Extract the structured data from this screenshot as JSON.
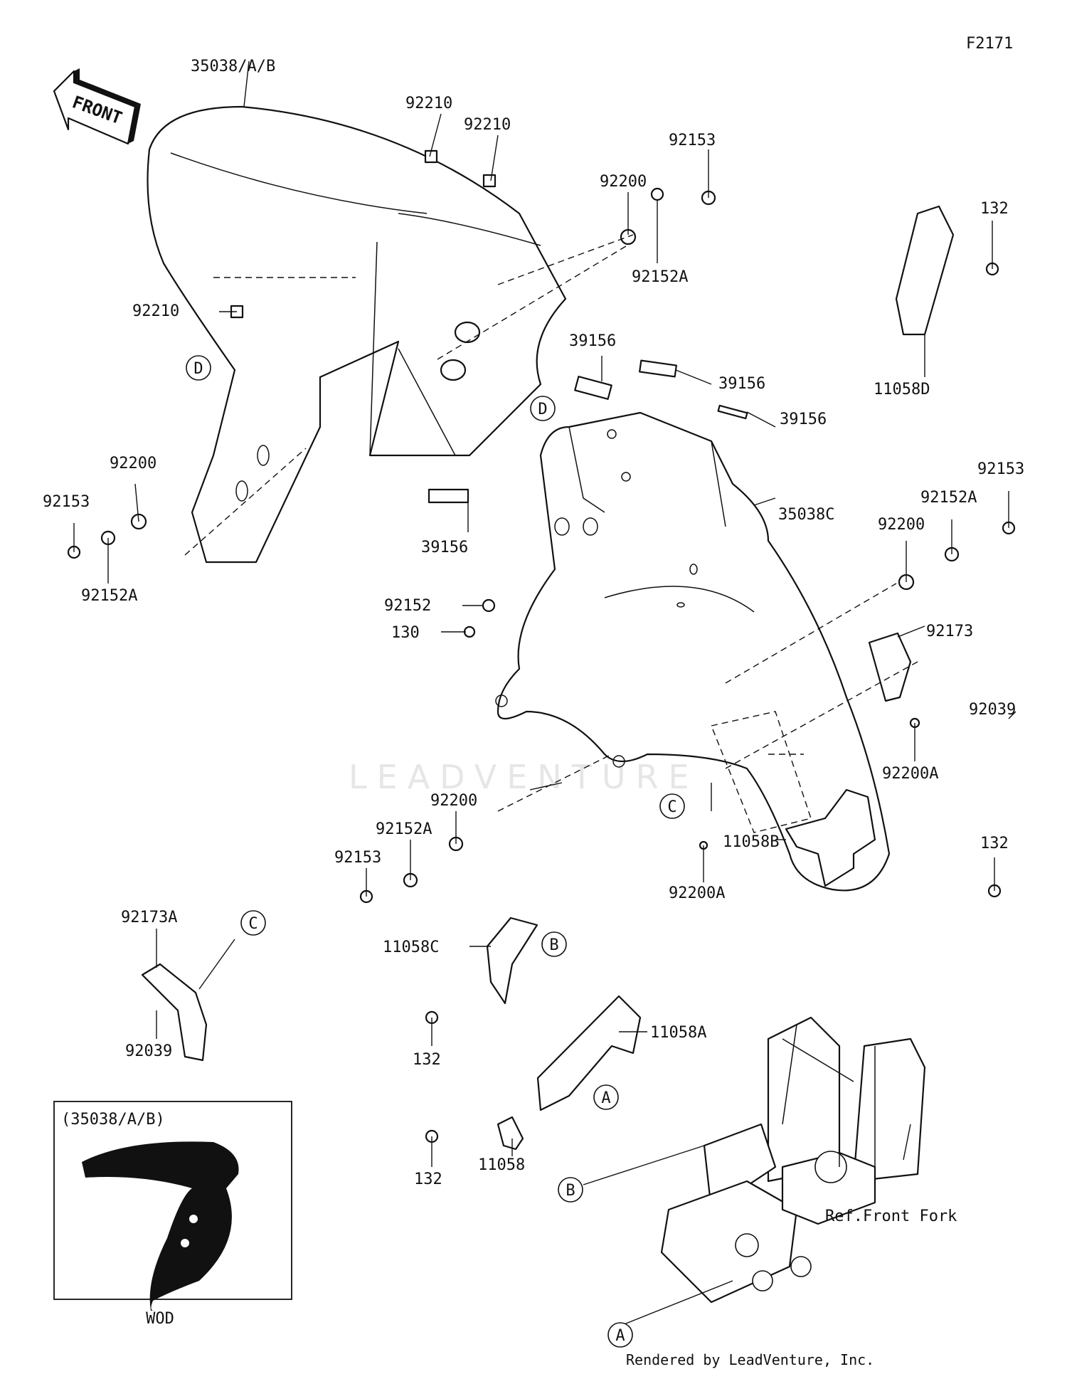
{
  "figure_code": "F2171",
  "front_arrow_text": "FRONT",
  "watermark": "LEADVENTURE",
  "rendered_by": "Rendered by LeadVenture, Inc.",
  "labels": {
    "fender_main": "35038/A/B",
    "nut_92210_a": "92210",
    "nut_92210_b": "92210",
    "nut_92210_c": "92210",
    "washer_92200_top": "92200",
    "bolt_92153_top": "92153",
    "collar_92152a_top": "92152A",
    "bolt_132_topright": "132",
    "bracket_11058d": "11058D",
    "washer_92200_left": "92200",
    "bolt_92153_left": "92153",
    "collar_92152a_left": "92152A",
    "emblem_39156_a": "39156",
    "emblem_39156_b": "39156",
    "emblem_39156_c": "39156",
    "emblem_39156_d": "39156",
    "fender_rear": "35038C",
    "collar_92152a_right": "92152A",
    "bolt_92153_right": "92153",
    "washer_92200_right": "92200",
    "collar_92152": "92152",
    "bolt_130": "130",
    "clamp_92173": "92173",
    "rivet_92039_right": "92039",
    "washer_92200a_right": "92200A",
    "washer_92200_mid": "92200",
    "collar_92152a_mid": "92152A",
    "bolt_92153_mid": "92153",
    "washer_92200a_mid": "92200A",
    "clamp_92173a": "92173A",
    "rivet_92039_left": "92039",
    "bracket_11058c": "11058C",
    "bolt_132_mid": "132",
    "bracket_11058b": "11058B",
    "bolt_132_right": "132",
    "bracket_11058a": "11058A",
    "bracket_11058": "11058",
    "bolt_132_bottom": "132",
    "ref_front_fork": "Ref.Front Fork",
    "inset_title": "(35038/A/B)",
    "inset_caption": "WOD"
  },
  "callouts": {
    "d_left": "D",
    "d_center": "D",
    "c_center": "C",
    "c_left": "C",
    "b_mid": "B",
    "b_fork": "B",
    "a_mid": "A",
    "a_fork": "A"
  }
}
